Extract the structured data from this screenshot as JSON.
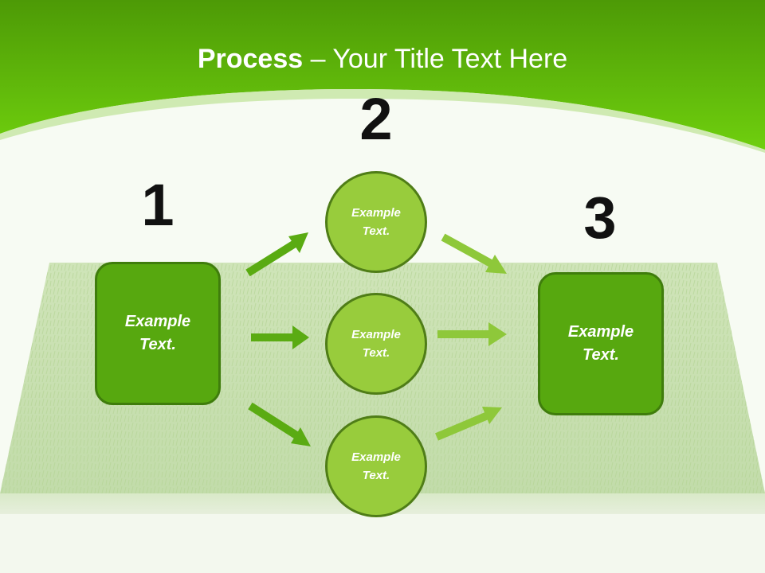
{
  "title": {
    "bold": "Process",
    "rest": " – Your Title Text Here"
  },
  "steps": [
    {
      "number": "1",
      "label": "Example Text."
    },
    {
      "number": "2",
      "items": [
        {
          "label": "Example Text."
        },
        {
          "label": "Example Text."
        },
        {
          "label": "Example Text."
        }
      ]
    },
    {
      "number": "3",
      "label": "Example Text."
    }
  ],
  "colors": {
    "header_green": "#5cb80a",
    "box_fill": "#57a80f",
    "circle_fill": "#98cc3c",
    "arrow_dark": "#5aab12",
    "arrow_light": "#8ec83a"
  }
}
